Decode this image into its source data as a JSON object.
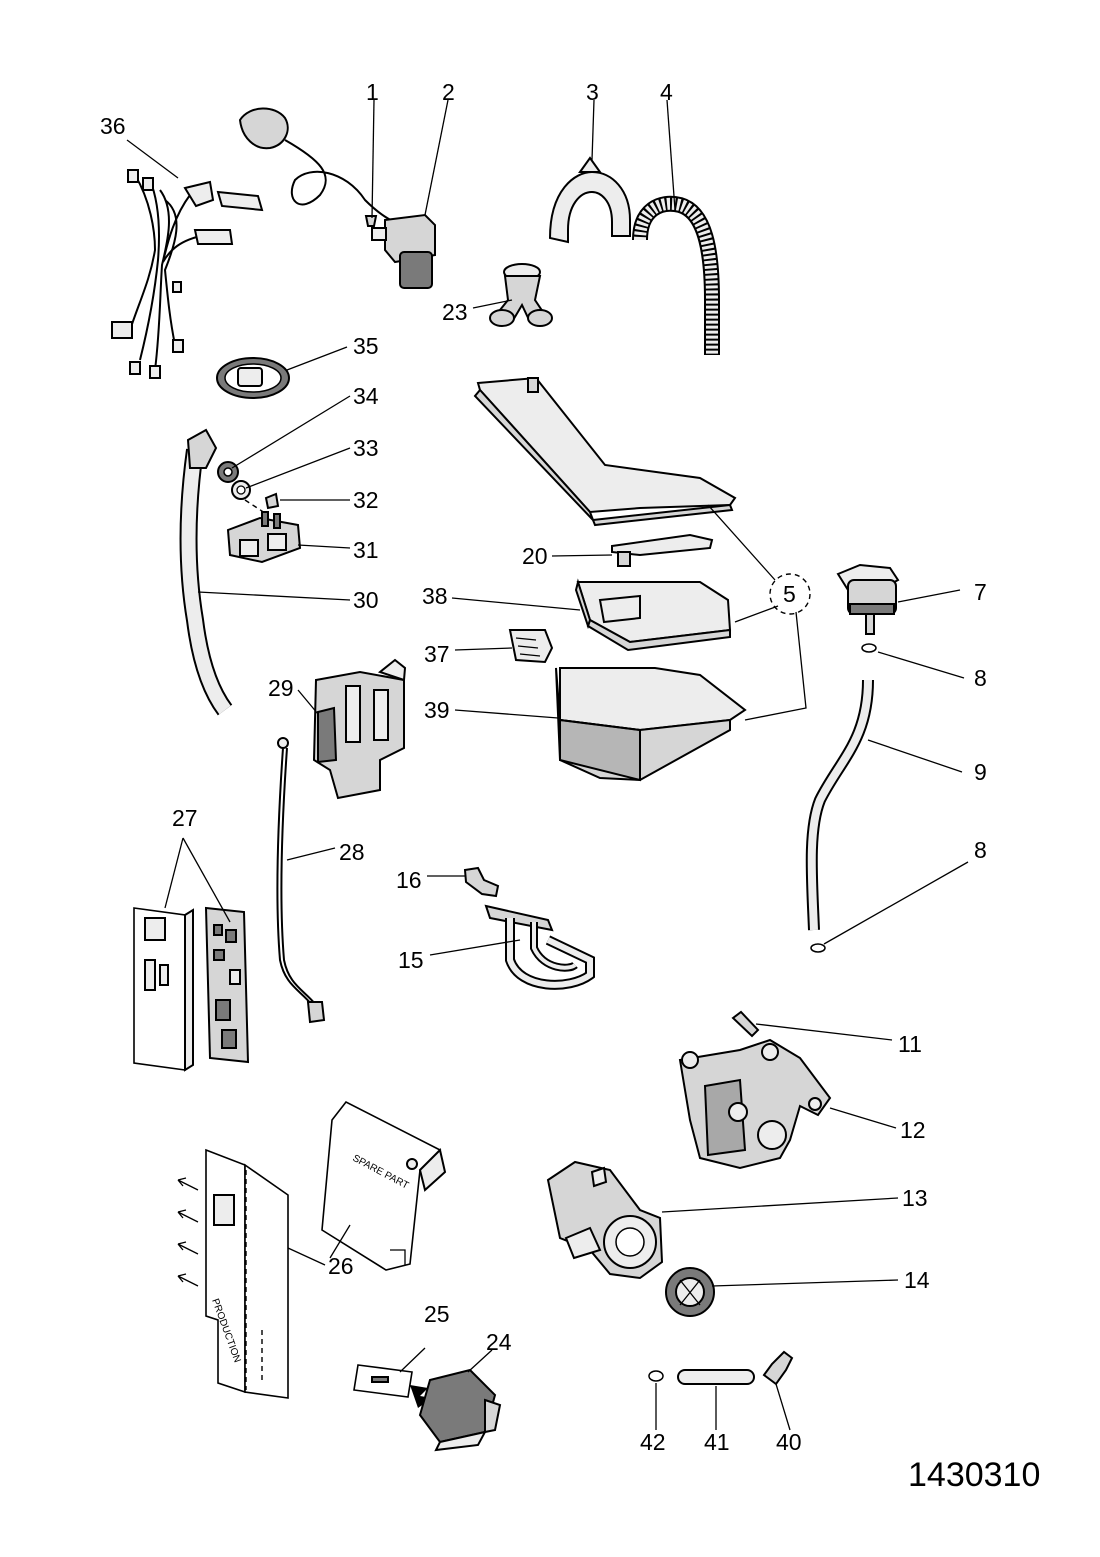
{
  "document_number": "1430310",
  "callouts": [
    {
      "id": "c1",
      "label": "1"
    },
    {
      "id": "c2",
      "label": "2"
    },
    {
      "id": "c3",
      "label": "3"
    },
    {
      "id": "c4",
      "label": "4"
    },
    {
      "id": "c5",
      "label": "5"
    },
    {
      "id": "c7",
      "label": "7"
    },
    {
      "id": "c8a",
      "label": "8"
    },
    {
      "id": "c8b",
      "label": "8"
    },
    {
      "id": "c9",
      "label": "9"
    },
    {
      "id": "c11",
      "label": "11"
    },
    {
      "id": "c12",
      "label": "12"
    },
    {
      "id": "c13",
      "label": "13"
    },
    {
      "id": "c14",
      "label": "14"
    },
    {
      "id": "c15",
      "label": "15"
    },
    {
      "id": "c16",
      "label": "16"
    },
    {
      "id": "c20",
      "label": "20"
    },
    {
      "id": "c23",
      "label": "23"
    },
    {
      "id": "c24",
      "label": "24"
    },
    {
      "id": "c25",
      "label": "25"
    },
    {
      "id": "c26",
      "label": "26"
    },
    {
      "id": "c27",
      "label": "27"
    },
    {
      "id": "c28",
      "label": "28"
    },
    {
      "id": "c29",
      "label": "29"
    },
    {
      "id": "c30",
      "label": "30"
    },
    {
      "id": "c31",
      "label": "31"
    },
    {
      "id": "c32",
      "label": "32"
    },
    {
      "id": "c33",
      "label": "33"
    },
    {
      "id": "c34",
      "label": "34"
    },
    {
      "id": "c35",
      "label": "35"
    },
    {
      "id": "c36",
      "label": "36"
    },
    {
      "id": "c37",
      "label": "37"
    },
    {
      "id": "c38",
      "label": "38"
    },
    {
      "id": "c39",
      "label": "39"
    },
    {
      "id": "c40",
      "label": "40"
    },
    {
      "id": "c41",
      "label": "41"
    },
    {
      "id": "c42",
      "label": "42"
    }
  ],
  "sheet_labels": {
    "spare_part": "SPARE PART",
    "production": "PRODUCTION"
  }
}
